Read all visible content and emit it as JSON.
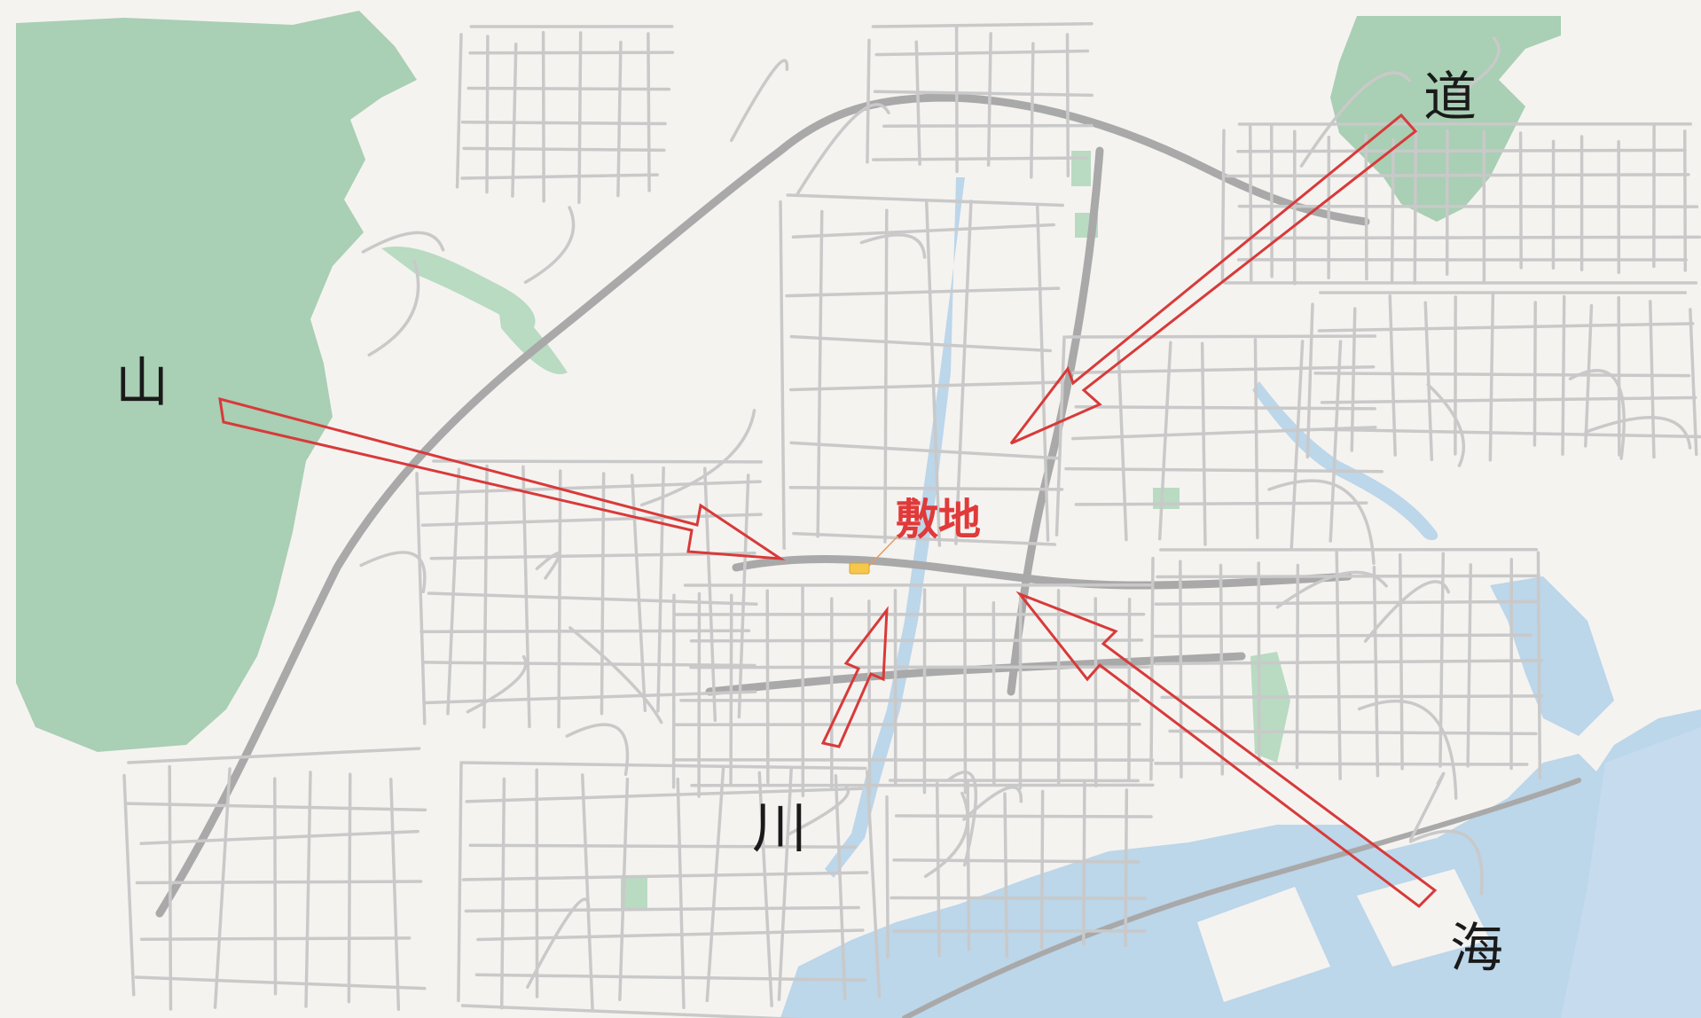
{
  "labels": {
    "mountain": "山",
    "road": "道",
    "river": "川",
    "sea": "海",
    "site": "敷地"
  },
  "colors": {
    "background": "#f5f3f0",
    "green": "#a9cfb4",
    "water": "#bcd6ea",
    "road_major": "#a9a9a9",
    "road_minor": "#c9c9c9",
    "arrow": "#d83a3a",
    "site_label": "#e03a3a",
    "site_marker": "#f5c74a"
  },
  "icons": {
    "site_marker": "site-marker-icon",
    "arrows": "direction-arrow-icon"
  }
}
